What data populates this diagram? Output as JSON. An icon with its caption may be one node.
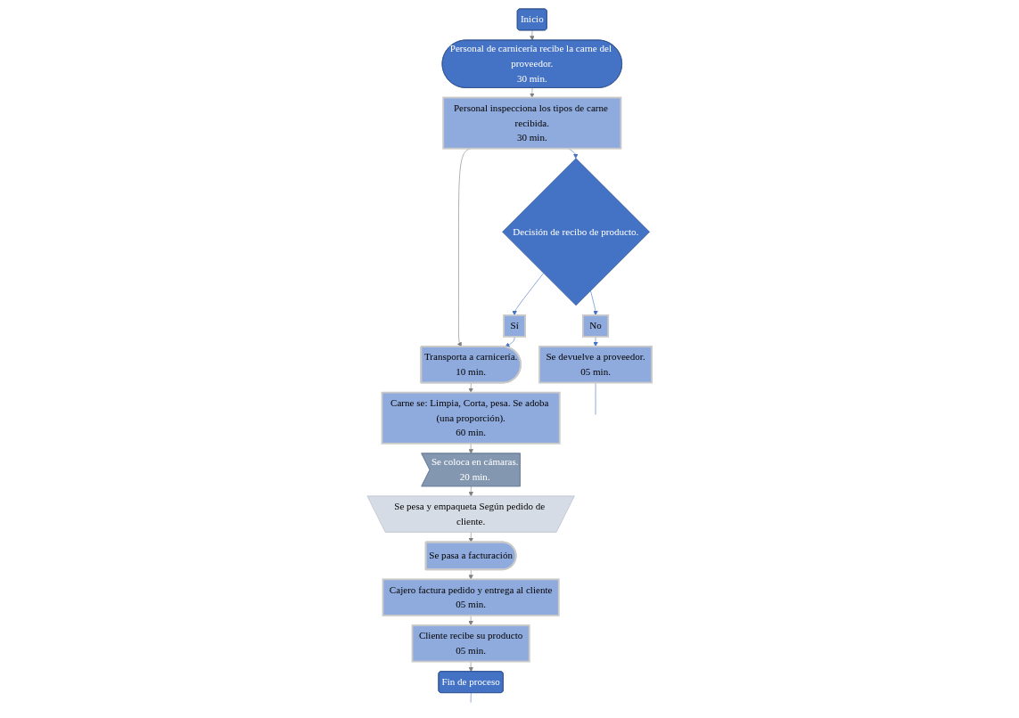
{
  "diagram": {
    "nodes": [
      {
        "text": [
          "Inicio"
        ]
      },
      {
        "text": [
          "Personal de carnicería recibe la carne del proveedor.",
          "30 min."
        ]
      },
      {
        "text": [
          "Personal inspecciona los tipos de carne recibida.",
          "30 min."
        ]
      },
      {
        "text": [
          "Decisión de recibo de producto."
        ]
      },
      {
        "text": [
          "No"
        ]
      },
      {
        "text": [
          "Sí"
        ]
      },
      {
        "text": [
          "Se devuelve a proveedor.",
          "05 min."
        ]
      },
      {
        "text": [
          "Transporta a carnicería.",
          "10 min."
        ]
      },
      {
        "text": [
          "Carne se: Limpia, Corta, pesa. Se adoba (una proporción).",
          "60 min."
        ]
      },
      {
        "text": [
          "Se coloca en cámaras.",
          "20 min."
        ]
      },
      {
        "text": [
          "Se pesa y empaqueta Según pedido de cliente."
        ]
      },
      {
        "text": [
          "Se pasa a facturación"
        ]
      },
      {
        "text": [
          "Cajero factura pedido y entrega al cliente",
          "05 min."
        ]
      },
      {
        "text": [
          "Cliente recibe su producto",
          "05 min."
        ]
      },
      {
        "text": [
          "Fin de proceso"
        ]
      }
    ],
    "edges": [
      {
        "from": 0,
        "to": 1,
        "arrow": "to"
      },
      {
        "from": 1,
        "to": 2,
        "arrow": "to"
      },
      {
        "from": 2,
        "to": 3,
        "arrow": "to",
        "color": "#4472c4"
      },
      {
        "from": 2,
        "to": 7,
        "arrow": "to"
      },
      {
        "from": 3,
        "to": 4,
        "arrow": "to",
        "color": "#4472c4"
      },
      {
        "from": 3,
        "to": 5,
        "arrow": "to",
        "color": "#4472c4"
      },
      {
        "from": 4,
        "to": 6,
        "arrow": "to",
        "color": "#4472c4"
      },
      {
        "from": 5,
        "to": 7,
        "arrow": "to",
        "color": "#4472c4"
      },
      {
        "from": 6,
        "to": null,
        "arrow": "none",
        "color": "#4472c4"
      },
      {
        "from": 7,
        "to": 8,
        "arrow": "to"
      },
      {
        "from": 8,
        "to": 9,
        "arrow": "to"
      },
      {
        "from": 9,
        "to": 10,
        "arrow": "to"
      },
      {
        "from": 10,
        "to": 11,
        "arrow": "to"
      },
      {
        "from": 11,
        "to": 12,
        "arrow": "to"
      },
      {
        "from": 12,
        "to": 13,
        "arrow": "to"
      },
      {
        "from": 13,
        "to": 14,
        "arrow": "to"
      },
      {
        "from": 14,
        "to": null,
        "arrow": "none",
        "color": "#4472c4"
      }
    ]
  }
}
